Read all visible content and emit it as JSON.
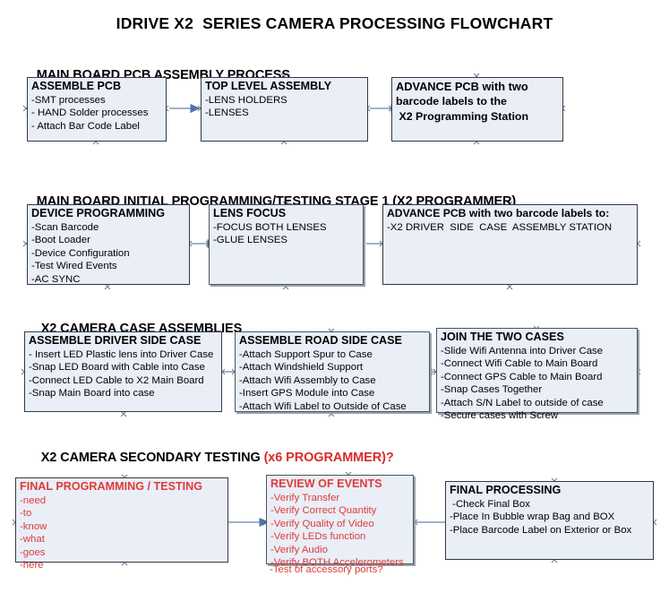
{
  "document": {
    "title": "IDRIVE X2  SERIES CAMERA PROCESSING FLOWCHART",
    "accent_color": "#d92b2b",
    "node_fill": "#e9eef7",
    "node_border": "#2f3a45",
    "connector_color": "#5b7fa6"
  },
  "sections": [
    {
      "id": "pcb-assembly",
      "heading": "MAIN BOARD PCB ASSEMBLY PROCESS",
      "heading_accent": "",
      "nodes": [
        {
          "id": "assemble-pcb",
          "title": "ASSEMBLE PCB",
          "lines": [
            "-SMT processes",
            "- HAND Solder processes",
            "- Attach Bar Code Label"
          ]
        },
        {
          "id": "top-level-assembly",
          "title": "TOP LEVEL ASSEMBLY",
          "lines": [
            "-LENS HOLDERS",
            "-LENSES"
          ]
        },
        {
          "id": "advance-pcb-programming-station",
          "title": "ADVANCE PCB with two",
          "lines": [
            "barcode labels to the",
            " X2 Programming Station"
          ]
        }
      ]
    },
    {
      "id": "initial-programming",
      "heading": "MAIN BOARD INITIAL PROGRAMMING/TESTING STAGE 1 (X2 PROGRAMMER)",
      "heading_accent": "",
      "nodes": [
        {
          "id": "device-programming",
          "title": "DEVICE PROGRAMMING",
          "lines": [
            "-Scan Barcode",
            "-Boot Loader",
            "-Device Configuration",
            "-Test Wired Events",
            "-AC SYNC"
          ]
        },
        {
          "id": "lens-focus",
          "title": "LENS FOCUS",
          "lines": [
            "-FOCUS BOTH LENSES",
            "-GLUE LENSES"
          ]
        },
        {
          "id": "advance-pcb-driver-side",
          "title": "ADVANCE PCB with two barcode labels to:",
          "lines": [
            "-X2 DRIVER  SIDE  CASE  ASSEMBLY STATION"
          ]
        }
      ]
    },
    {
      "id": "case-assemblies",
      "heading": "X2 CAMERA CASE ASSEMBLIES",
      "heading_accent": "",
      "nodes": [
        {
          "id": "assemble-driver-side-case",
          "title": "ASSEMBLE DRIVER SIDE CASE",
          "lines": [
            "- Insert LED Plastic lens into Driver Case",
            "-Snap LED Board with Cable into Case",
            "-Connect LED Cable to X2 Main Board",
            "-Snap Main Board into case"
          ]
        },
        {
          "id": "assemble-road-side-case",
          "title": "ASSEMBLE ROAD SIDE CASE",
          "lines": [
            "-Attach Support Spur to Case",
            "-Attach Windshield Support",
            "-Attach Wifi Assembly to Case",
            "-Insert GPS Module into Case",
            "-Attach Wifi Label to Outside of Case"
          ]
        },
        {
          "id": "join-the-two-cases",
          "title": "JOIN THE TWO CASES",
          "lines": [
            "-Slide Wifi Antenna into Driver Case",
            "-Connect Wifi Cable to Main Board",
            "-Connect GPS Cable to Main Board",
            "-Snap Cases Together",
            "-Attach S/N Label to outside of case",
            "-Secure cases with Screw"
          ]
        }
      ]
    },
    {
      "id": "secondary-testing",
      "heading": "X2 CAMERA SECONDARY TESTING ",
      "heading_accent": "(x6 PROGRAMMER)?",
      "nodes": [
        {
          "id": "final-programming-testing",
          "title": "FINAL PROGRAMMING / TESTING",
          "lines": [
            "-need",
            "-to",
            "-know",
            "-what",
            "-goes",
            "-here"
          ]
        },
        {
          "id": "review-of-events",
          "title": "REVIEW OF EVENTS",
          "lines": [
            "-Verify Transfer",
            "-Verify Correct Quantity",
            "-Verify Quality of Video",
            "-Verify LEDs function",
            "-Verify Audio",
            "-Verify BOTH Accelerometers"
          ],
          "overflow_line": "-Test of accessory ports?"
        },
        {
          "id": "final-processing",
          "title": "FINAL PROCESSING",
          "lines": [
            " -Check Final Box",
            "-Place In Bubble wrap Bag and BOX",
            "-Place Barcode Label on Exterior or Box"
          ]
        }
      ]
    }
  ]
}
